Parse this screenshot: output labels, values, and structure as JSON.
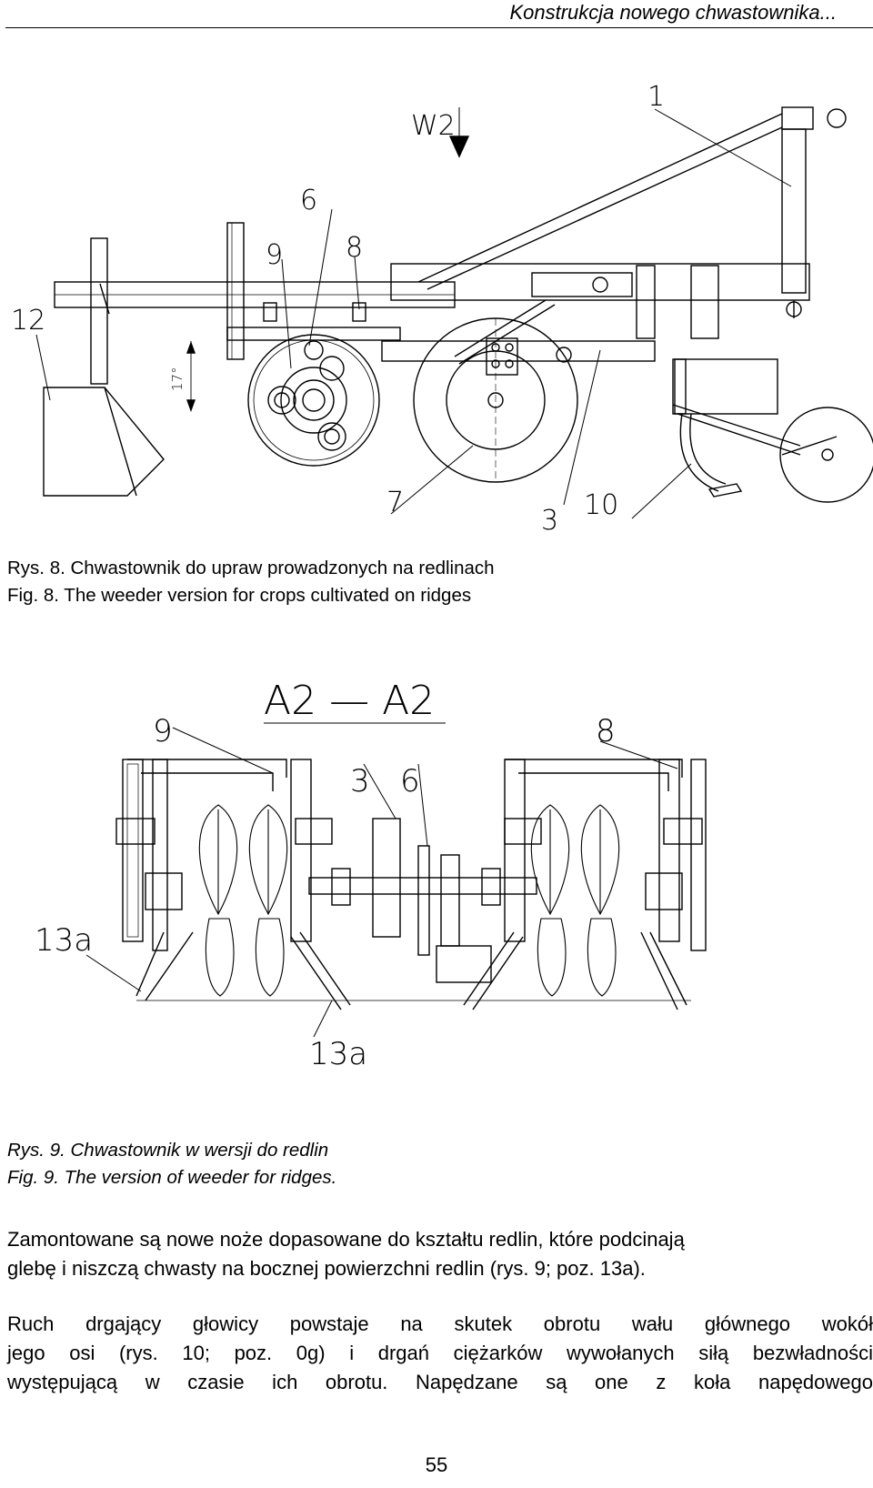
{
  "header": {
    "title": "Konstrukcja nowego chwastownika..."
  },
  "figure8": {
    "labels": [
      "W2",
      "1",
      "6",
      "9",
      "8",
      "12",
      "17°",
      "7",
      "3",
      "10"
    ],
    "caption_pl": "Rys. 8. Chwastownik do upraw prowadzonych na redlinach",
    "caption_en": "Fig. 8. The weeder version for crops cultivated on ridges"
  },
  "figure9": {
    "labels": [
      "A2 — A2",
      "9",
      "3",
      "6",
      "8",
      "13a",
      "13a"
    ],
    "caption_pl": "Rys. 9. Chwastownik w wersji do redlin",
    "caption_en": "Fig. 9. The version of weeder for ridges."
  },
  "paragraphs": [
    {
      "lines": [
        "Zamontowane są nowe noże dopasowane do kształtu redlin, które podcinają",
        "glebę i niszczą chwasty na bocznej powierzchni redlin (rys. 9; poz. 13a)."
      ]
    },
    {
      "lines": [
        "Ruch drgający głowicy powstaje na skutek obrotu wału głównego wokół",
        "jego osi (rys. 10; poz. 0g) i drgań ciężarków wywołanych siłą bezwładności",
        "występującą w czasie ich obrotu. Napędzane są one z koła napędowego"
      ]
    }
  ],
  "page_number": "55"
}
